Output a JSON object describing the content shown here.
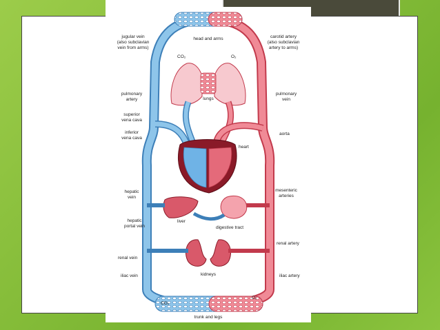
{
  "labels": {
    "jugular_vein": [
      "jugular vein",
      "(also subclavian",
      "vein from arms)"
    ],
    "head_and_arms": "head and arms",
    "carotid_artery": [
      "carotid artery",
      "(also subclavian",
      "artery to arms)"
    ],
    "co2_top": "CO₂",
    "o2_top": "O₂",
    "pulmonary_artery": [
      "pulmonary",
      "artery"
    ],
    "lungs": "lungs",
    "pulmonary_vein": [
      "pulmonary",
      "vein"
    ],
    "superior_vena_cava": [
      "superior",
      "vena cava"
    ],
    "inferior_vena_cava": [
      "inferior",
      "vena cava"
    ],
    "aorta": "aorta",
    "heart": "heart",
    "hepatic_vein": [
      "hepatic",
      "vein"
    ],
    "mesenteric_arteries": [
      "mesenteric",
      "arteries"
    ],
    "liver": "liver",
    "hepatic_portal_vein": [
      "hepatic",
      "portal vein"
    ],
    "digestive_tract": "digestive tract",
    "renal_artery": "renal artery",
    "renal_vein": "renal vein",
    "kidneys": "kidneys",
    "iliac_vein": "iliac vein",
    "iliac_artery": "iliac artery",
    "co2_bottom": "CO₂",
    "o2_bottom": "O₂",
    "trunk_and_legs": "trunk and legs"
  },
  "colors": {
    "vein_blue": "#8ec5ea",
    "vein_outline": "#3d7fb8",
    "artery_red": "#f08a96",
    "artery_outline": "#c23a4c",
    "organ_red": "#d9596a",
    "heart_dark": "#8a1a28"
  }
}
